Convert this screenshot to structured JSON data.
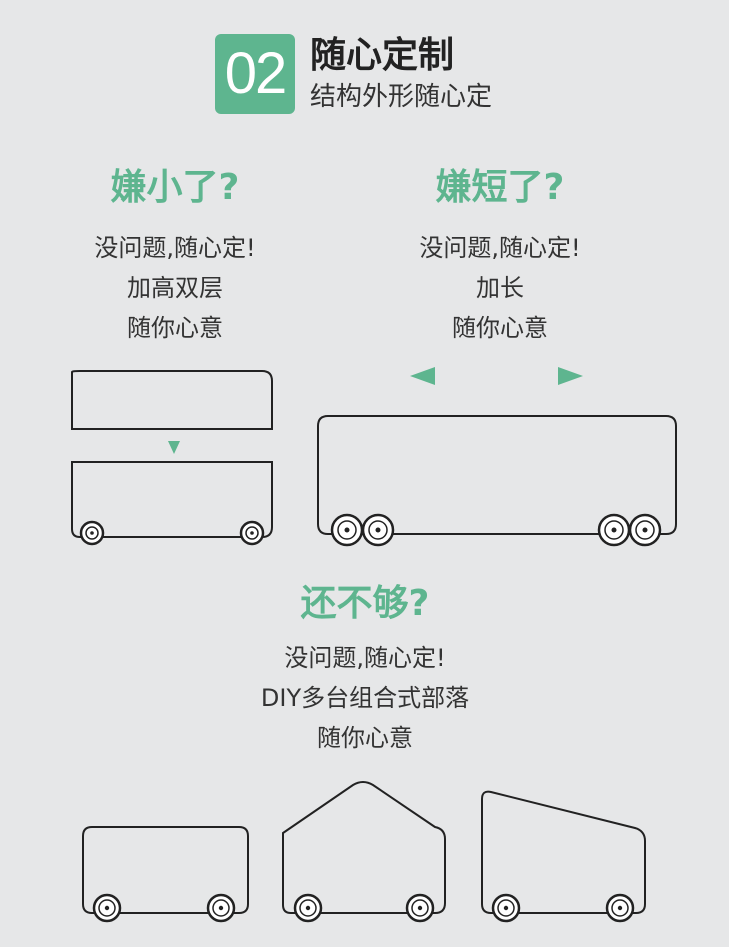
{
  "header": {
    "badge_number": "02",
    "title": "随心定制",
    "subtitle": "结构外形随心定"
  },
  "section_left": {
    "question": "嫌小了?",
    "lines": [
      "没问题,随心定!",
      "加高双层",
      "随你心意"
    ]
  },
  "section_right": {
    "question": "嫌短了?",
    "lines": [
      "没问题,随心定!",
      "加长",
      "随你心意"
    ]
  },
  "section_bottom": {
    "question": "还不够?",
    "lines": [
      "没问题,随心定!",
      "DIY多台组合式部落",
      "随你心意"
    ]
  },
  "colors": {
    "accent": "#5eb58f",
    "background": "#e6e7e8",
    "text": "#333333",
    "outline": "#222222"
  }
}
